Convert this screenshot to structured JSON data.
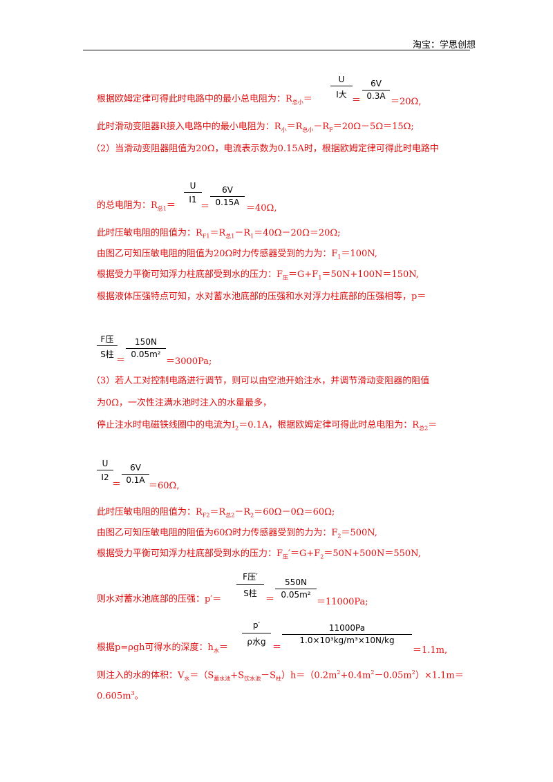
{
  "header": {
    "text": "淘宝：学思创想"
  },
  "lines": {
    "l1_prefix": "根据欧姆定律可得此时电路中的最小总电阻为：R",
    "l1_sub": "总小",
    "l1_eq": "＝",
    "l1_result": "＝20Ω,",
    "l2": "此时滑动变阻器R接入电路中的最小电阻为：R",
    "l2_sub1": "小",
    "l2_mid": "＝R",
    "l2_sub2": "总小",
    "l2_mid2": "－R",
    "l2_sub3": "F",
    "l2_end": "＝20Ω－5Ω＝15Ω;",
    "l3": "（2）当滑动变阻器阻值为20Ω，电流表示数为0.15A时，根据欧姆定律可得此时电路中",
    "l4_prefix": "的总电阻为：R",
    "l4_sub": "总1",
    "l4_eq": "＝",
    "l4_result": "＝40Ω,",
    "l5_a": "此时压敏电阻的阻值为：R",
    "l5_s1": "F1",
    "l5_b": "＝R",
    "l5_s2": "总1",
    "l5_c": "－R",
    "l5_s3": "1",
    "l5_d": "＝40Ω－20Ω＝20Ω;",
    "l6_a": "由图乙可知压敏电阻的阻值为20Ω时力传感器受到的力为：F",
    "l6_s1": "1",
    "l6_b": "＝100N,",
    "l7_a": "根据受力平衡可知浮力柱底部受到水的压力：F",
    "l7_s1": "压",
    "l7_b": "＝G+F",
    "l7_s2": "1",
    "l7_c": "＝50N+100N＝150N,",
    "l8": "根据液体压强特点可知，水对蓄水池底部的压强和水对浮力柱底部的压强相等，p＝",
    "l9_result": "＝3000Pa;",
    "l10": "（3）若人工对控制电路进行调节，则可以由空池开始注水，并调节滑动变阻器的阻值",
    "l11": "为0Ω，一次性注满水池时注入的水量最多，",
    "l12_a": "停止注水时电磁铁线圈中的电流为I",
    "l12_s1": "2",
    "l12_b": "＝0.1A，根据欧姆定律可得此时总电阻为：R",
    "l12_s2": "总2",
    "l12_c": "＝",
    "l13_result": "＝60Ω,",
    "l14_a": "此时压敏电阻的阻值为：R",
    "l14_s1": "F2",
    "l14_b": "＝R",
    "l14_s2": "总2",
    "l14_c": "－R",
    "l14_s3": "2",
    "l14_d": "＝60Ω－0Ω＝60Ω;",
    "l15_a": "由图乙可知压敏电阻的阻值为60Ω时力传感器受到的力为：F",
    "l15_s1": "2",
    "l15_b": "＝500N,",
    "l16_a": "根据受力平衡可知浮力柱底部受到水的压力：F",
    "l16_s1": "压",
    "l16_b": "′＝G+F",
    "l16_s2": "2",
    "l16_c": "＝50N+500N＝550N,",
    "l17_prefix": "则水对蓄水池底部的压强：p′＝",
    "l17_result": "＝11000Pa;",
    "l18_prefix": "根据p=ρgh可得水的深度：h",
    "l18_sub": "水",
    "l18_eq": "＝",
    "l18_result": "＝1.1m,",
    "l19_a": "则注入的水的体积：V",
    "l19_s1": "水",
    "l19_b": "＝（S",
    "l19_s2": "蓄水池",
    "l19_c": "+S",
    "l19_s3": "饮水池",
    "l19_d": "－S",
    "l19_s4": "柱",
    "l19_e": "）h＝（0.2m",
    "l19_p1": "2",
    "l19_f": "+0.4m",
    "l19_p2": "2",
    "l19_g": "－0.05m",
    "l19_p3": "2",
    "l19_h": "）×1.1m＝",
    "l20_a": "0.605m",
    "l20_p": "3",
    "l20_b": "。"
  },
  "fractions": {
    "f1a_num": "U",
    "f1a_den": "I大",
    "f1b_num": "6V",
    "f1b_den": "0.3A",
    "f2a_num": "U",
    "f2a_den": "I1",
    "f2b_num": "6V",
    "f2b_den": "0.15A",
    "f3a_num": "F压",
    "f3a_den": "S柱",
    "f3b_num": "150N",
    "f3b_den": "0.05m²",
    "f4a_num": "U",
    "f4a_den": "I2",
    "f4b_num": "6V",
    "f4b_den": "0.1A",
    "f5a_num": "F压′",
    "f5a_den": "S柱",
    "f5b_num": "550N",
    "f5b_den": "0.05m²",
    "f6a_num": "p′",
    "f6a_den": "ρ水g",
    "f6b_num": "11000Pa",
    "f6b_den": "1.0×10³kg/m³×10N/kg"
  }
}
